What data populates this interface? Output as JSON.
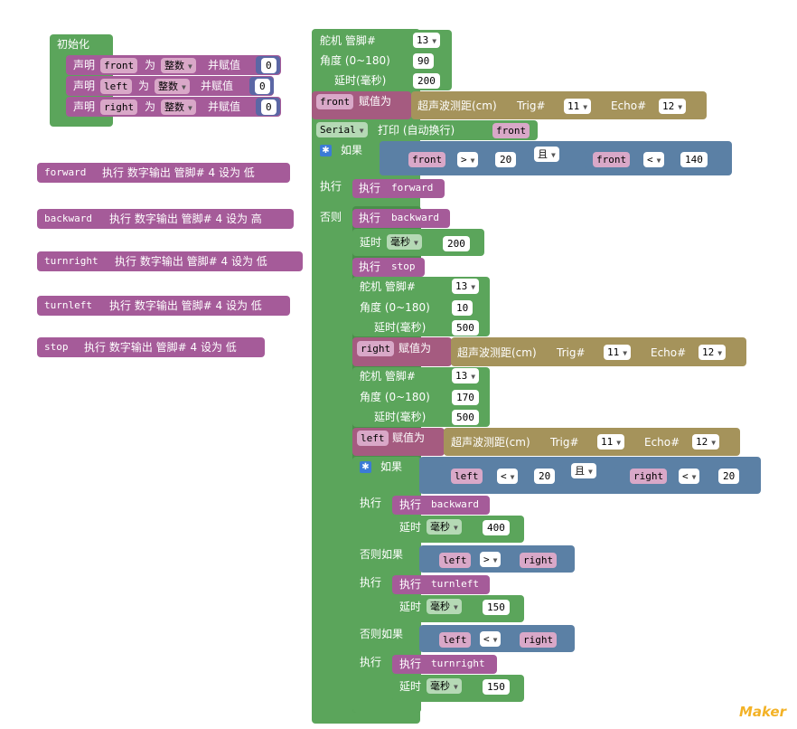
{
  "init": {
    "title": "初始化",
    "declare_word": "声明",
    "as_word": "为",
    "assign_word": "并赋值",
    "type_label": "整数",
    "vars": [
      {
        "name": "front",
        "value": "0"
      },
      {
        "name": "left",
        "value": "0"
      },
      {
        "name": "right",
        "value": "0"
      }
    ]
  },
  "procedures": [
    {
      "name": "forward",
      "action": "执行 数字输出 管脚# 4 设为 低"
    },
    {
      "name": "backward",
      "action": "执行 数字输出 管脚# 4 设为 高"
    },
    {
      "name": "turnright",
      "action": "执行 数字输出 管脚# 4 设为 低"
    },
    {
      "name": "turnleft",
      "action": "执行 数字输出 管脚# 4 设为 低"
    },
    {
      "name": "stop",
      "action": "执行 数字输出 管脚# 4 设为 低"
    }
  ],
  "main": {
    "servo_label": "舵机 管脚#",
    "angle_label": "角度 (0~180)",
    "delay_ms_label": "延时(毫秒)",
    "assign_label": "赋值为",
    "ultrasonic_label": "超声波测距(cm)",
    "trig_label": "Trig#",
    "echo_label": "Echo#",
    "serial_label": "Serial",
    "print_label": "打印 (自动换行)",
    "if_label": "如果",
    "and_label": "且",
    "do_label": "执行",
    "else_label": "否则",
    "elseif_label": "否则如果",
    "delay_label": "延时",
    "ms_unit": "毫秒",
    "exec_label": "执行",
    "servo1": {
      "pin": "13",
      "angle": "90",
      "delay": "200"
    },
    "us1": {
      "var": "front",
      "trig": "11",
      "echo": "12"
    },
    "print_var": "front",
    "cond1": {
      "a_var": "front",
      "a_op": ">",
      "a_val": "20",
      "b_var": "front",
      "b_op": "<",
      "b_val": "140"
    },
    "do1": "forward",
    "else_proc1": "backward",
    "else_delay1": "200",
    "else_proc2": "stop",
    "servo2": {
      "pin": "13",
      "angle": "10",
      "delay": "500"
    },
    "us2": {
      "var": "right",
      "trig": "11",
      "echo": "12"
    },
    "servo3": {
      "pin": "13",
      "angle": "170",
      "delay": "500"
    },
    "us3": {
      "var": "left",
      "trig": "11",
      "echo": "12"
    },
    "cond2": {
      "a_var": "left",
      "a_op": "<",
      "a_val": "20",
      "b_var": "right",
      "b_op": "<",
      "b_val": "20"
    },
    "inner_do_proc": "backward",
    "inner_do_delay": "400",
    "elseif1": {
      "a": "left",
      "op": ">",
      "b": "right",
      "proc": "turnleft",
      "delay": "150"
    },
    "elseif2": {
      "a": "left",
      "op": "<",
      "b": "right",
      "proc": "turnright",
      "delay": "150"
    }
  },
  "watermark": "Maker",
  "colors": {
    "logic": "#5b80a5",
    "control": "#5ba55b",
    "procedure": "#a55b99",
    "variable": "#a55b80",
    "sensor": "#a5935b"
  }
}
